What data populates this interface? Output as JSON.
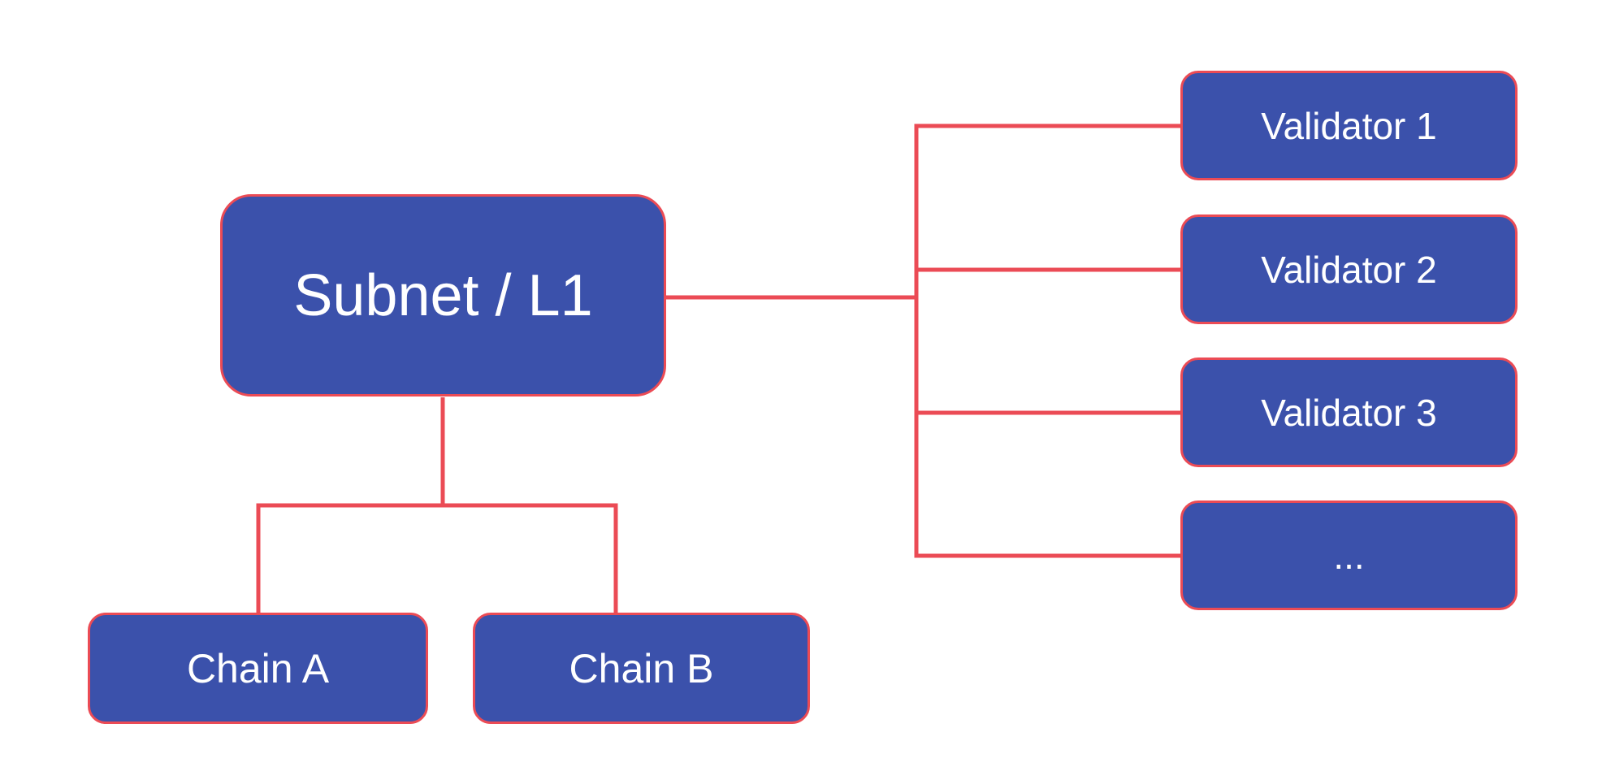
{
  "colors": {
    "node_fill": "#3B51AB",
    "connector": "#EB4B55",
    "node_text": "#FFFFFF",
    "background": "#FFFFFF"
  },
  "nodes": {
    "subnet": {
      "label": "Subnet / L1"
    },
    "chain_a": {
      "label": "Chain A"
    },
    "chain_b": {
      "label": "Chain B"
    },
    "validator_1": {
      "label": "Validator 1"
    },
    "validator_2": {
      "label": "Validator 2"
    },
    "validator_3": {
      "label": "Validator 3"
    },
    "validator_more": {
      "label": "..."
    }
  },
  "edges": [
    {
      "from": "subnet",
      "to": "validator_1"
    },
    {
      "from": "subnet",
      "to": "validator_2"
    },
    {
      "from": "subnet",
      "to": "validator_3"
    },
    {
      "from": "subnet",
      "to": "validator_more"
    },
    {
      "from": "subnet",
      "to": "chain_a"
    },
    {
      "from": "subnet",
      "to": "chain_b"
    }
  ]
}
